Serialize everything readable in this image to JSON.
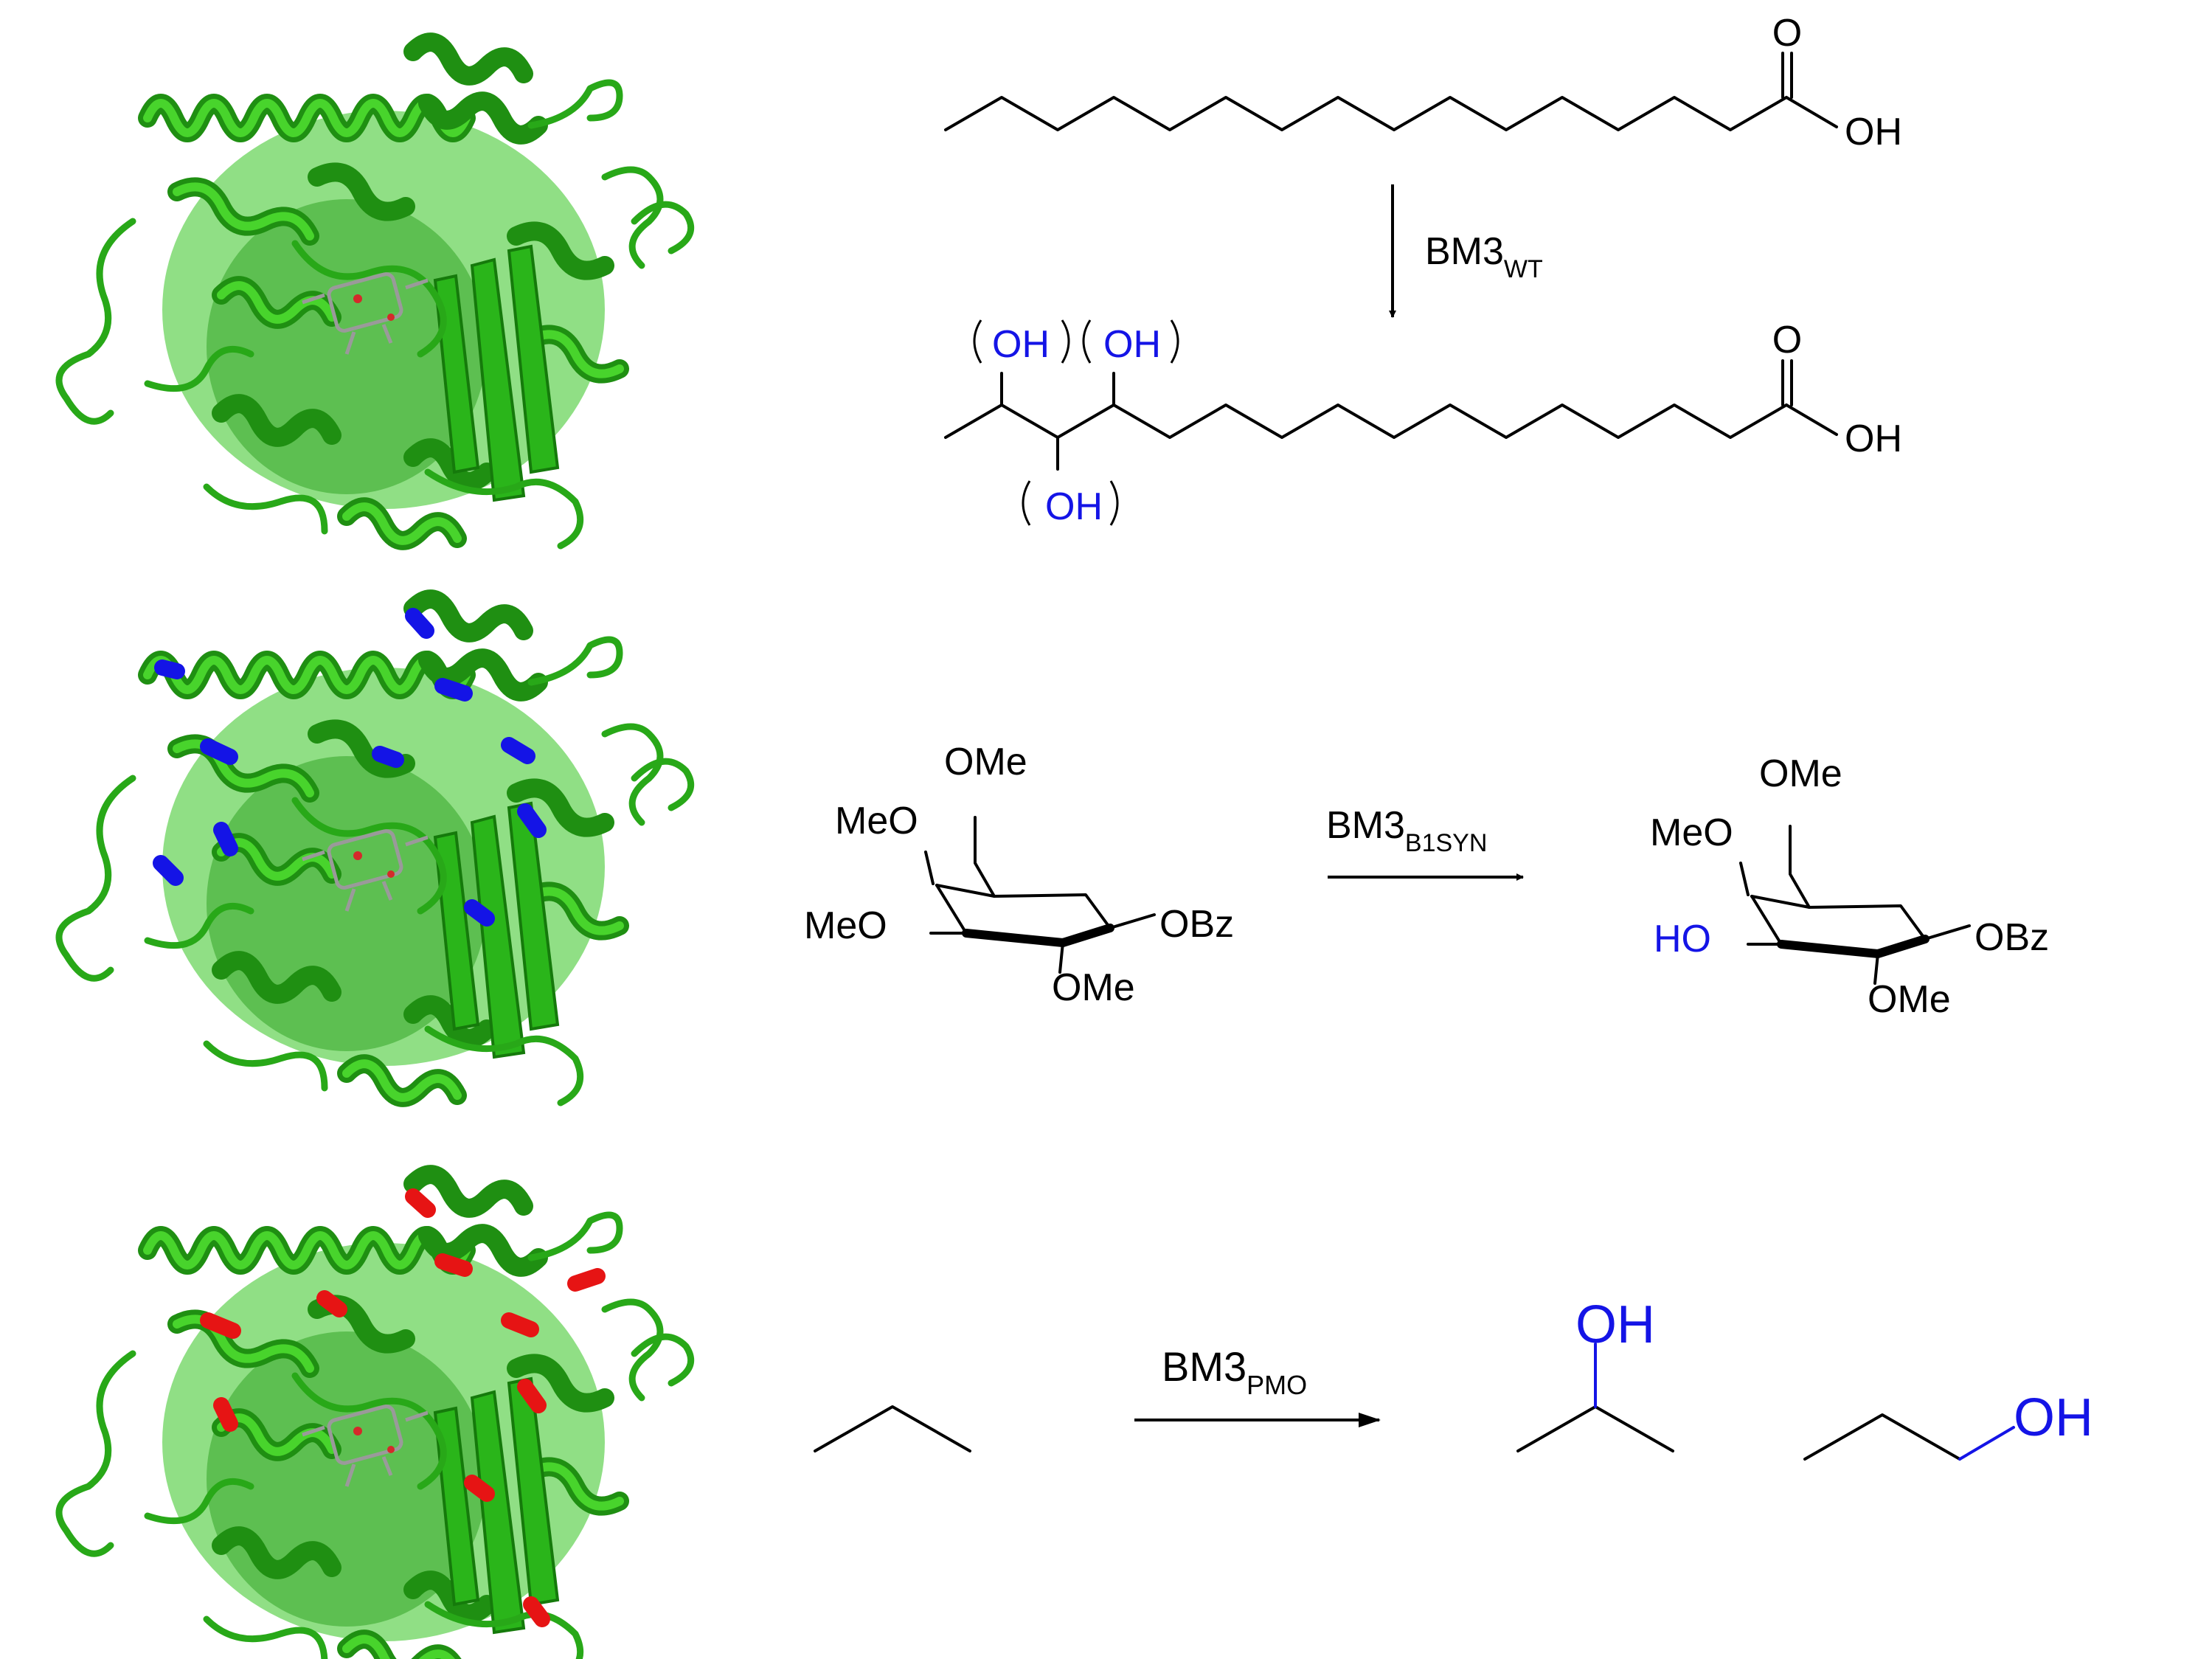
{
  "colors": {
    "protein_green": "#2fbf1c",
    "mutation_blue": "#1414e6",
    "mutation_red": "#e61414",
    "hydroxyl_blue": "#1414e6"
  },
  "panels": [
    {
      "protein_highlight": "none",
      "enzyme": {
        "name": "BM3",
        "subscript": "WT"
      },
      "substrate": {
        "carbonyl_o": "O",
        "acid_oh": "OH"
      },
      "product": {
        "oh_sites": [
          "OH",
          "OH",
          "OH"
        ],
        "carbonyl_o": "O",
        "acid_oh": "OH"
      }
    },
    {
      "protein_highlight": "blue",
      "enzyme": {
        "name": "BM3",
        "subscript": "B1SYN"
      },
      "substrate": {
        "top": "OMe",
        "left_upper": "MeO",
        "left_lower": "MeO",
        "right": "OBz",
        "bottom": "OMe"
      },
      "product": {
        "top": "OMe",
        "left_upper": "MeO",
        "left_lower": "HO",
        "right": "OBz",
        "bottom": "OMe"
      }
    },
    {
      "protein_highlight": "red",
      "enzyme": {
        "name": "BM3",
        "subscript": "PMO"
      },
      "products": [
        {
          "oh": "OH"
        },
        {
          "oh": "OH"
        }
      ]
    }
  ]
}
